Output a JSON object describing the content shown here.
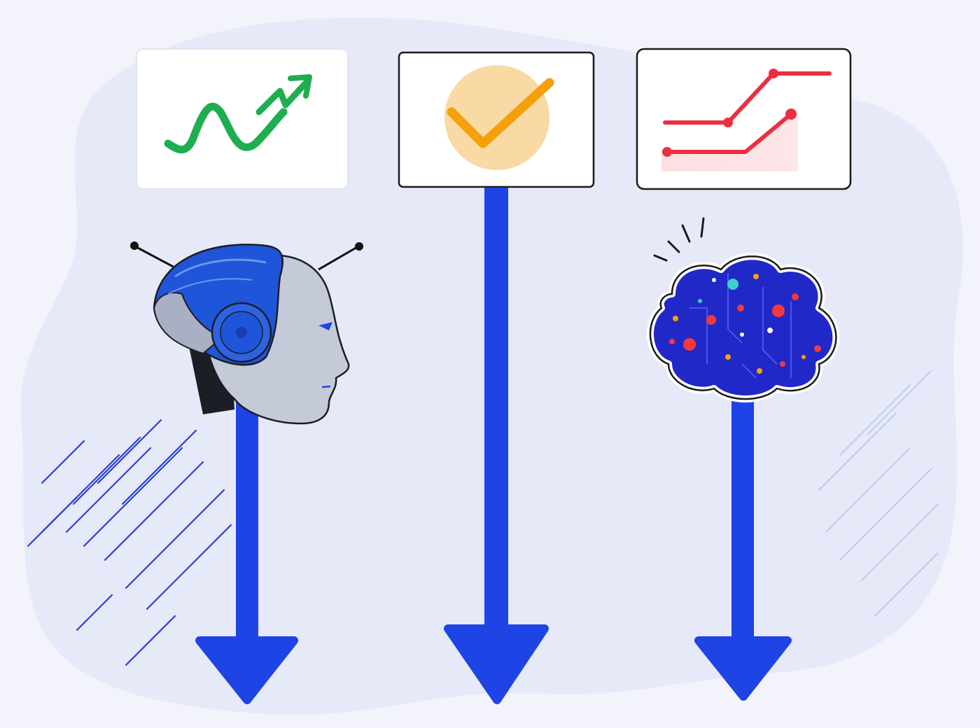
{
  "scene": {
    "description_free": true,
    "colors": {
      "background": "#f3f4fb",
      "blob": "#e4e8f7",
      "arrow": "#1e44e6",
      "card_fill": "#ffffff",
      "trend_up": "#1fae4f",
      "check": "#f5a00b",
      "check_circle": "#f9d9a4",
      "trend_red": "#ec2f3f",
      "robot_blue": "#1f55d8",
      "brain_blue": "#2128c8"
    },
    "columns": [
      {
        "card_icon": "trend-up-icon",
        "figure_icon": "robot-head-icon",
        "arrow": "down-arrow"
      },
      {
        "card_icon": "checkmark-icon",
        "figure_icon": "none",
        "arrow": "down-arrow"
      },
      {
        "card_icon": "line-chart-icon",
        "figure_icon": "brain-cloud-icon",
        "arrow": "down-arrow"
      }
    ]
  }
}
